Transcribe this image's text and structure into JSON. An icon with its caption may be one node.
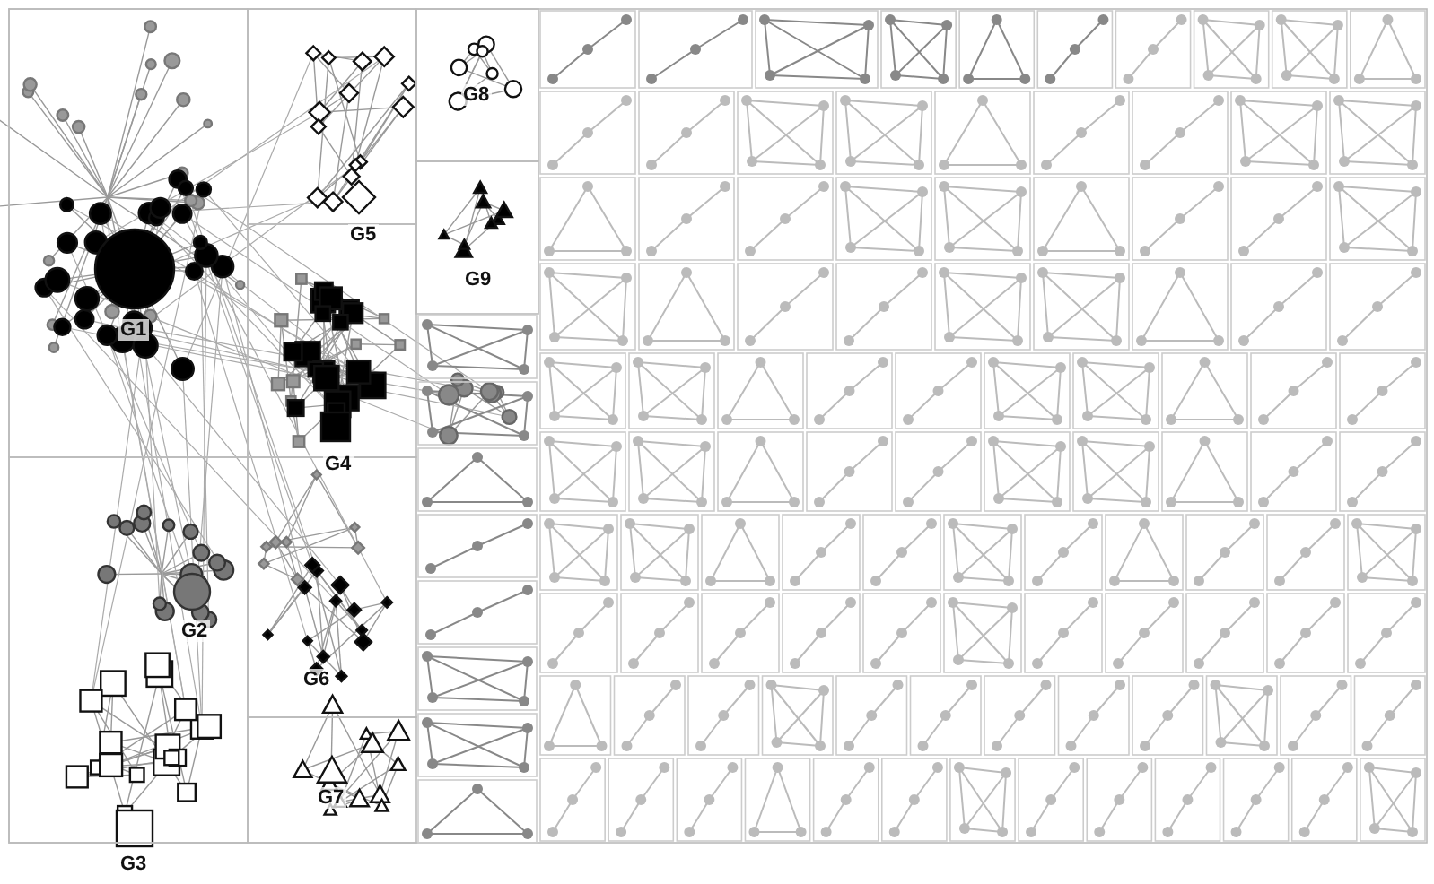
{
  "diagram": {
    "labels": [
      "G8",
      "G5",
      "G9",
      "G1",
      "G4",
      "G2",
      "G6",
      "G7",
      "G3"
    ]
  }
}
